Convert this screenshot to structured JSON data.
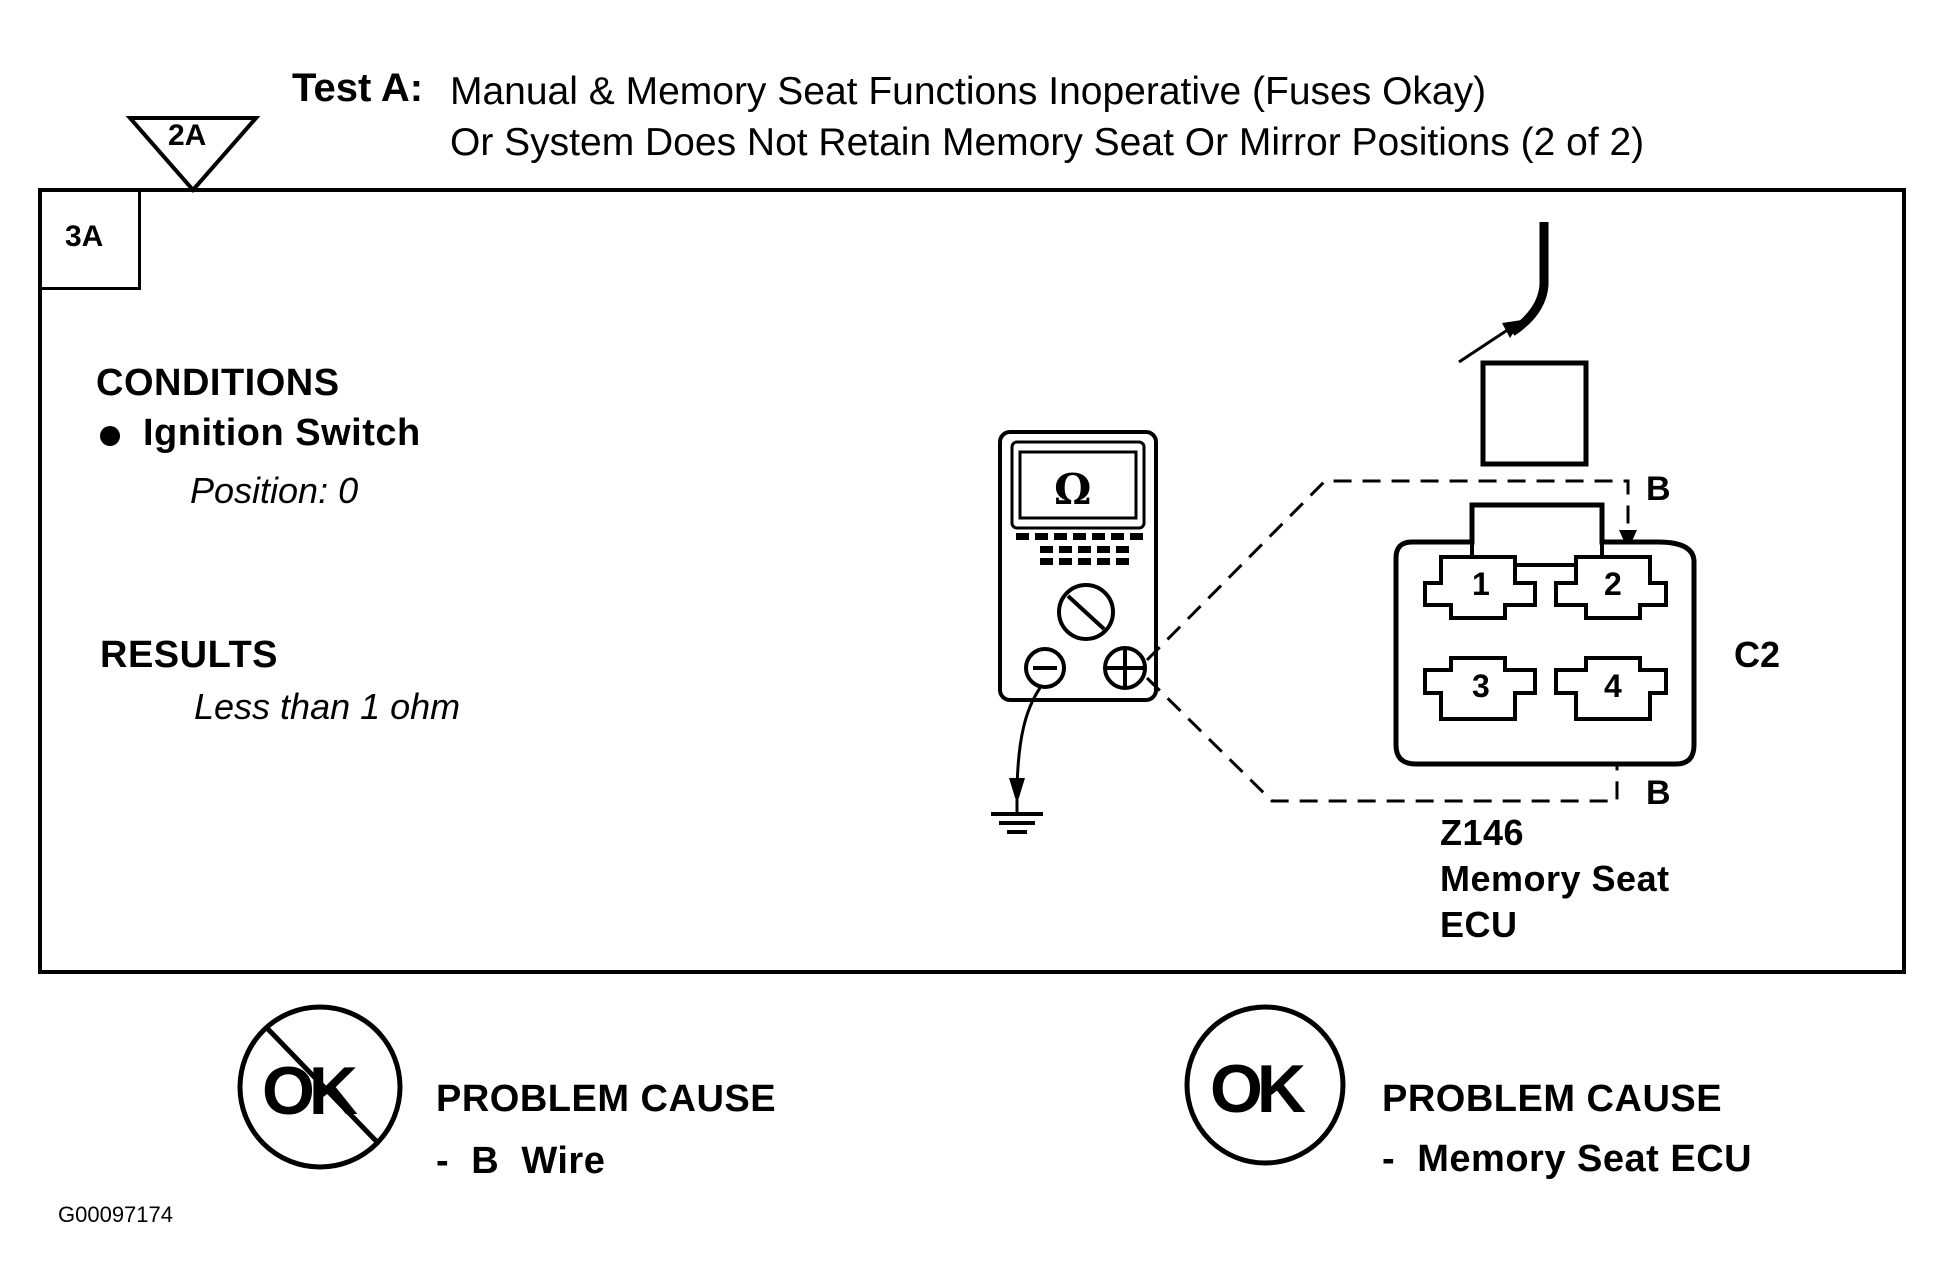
{
  "header": {
    "test_label": "Test A:",
    "title_line1": "Manual & Memory Seat Functions Inoperative (Fuses Okay)",
    "title_line2": "Or System Does Not Retain Memory Seat Or Mirror Positions (2 of 2)"
  },
  "entry_marker": "2A",
  "step": "3A",
  "conditions": {
    "heading": "CONDITIONS",
    "bullet": "Ignition Switch",
    "detail": "Position: 0"
  },
  "results": {
    "heading": "RESULTS",
    "detail": "Less than 1 ohm"
  },
  "meter": {
    "symbol": "Ω"
  },
  "connector": {
    "name": "C2",
    "pins": [
      "1",
      "2",
      "3",
      "4"
    ],
    "wire_top": "B",
    "wire_bottom": "B",
    "component_id": "Z146",
    "component_name_line1": "Memory Seat",
    "component_name_line2": "ECU"
  },
  "outcomes": {
    "not_ok": {
      "badge": "OK",
      "heading": "PROBLEM CAUSE",
      "cause": "-  B  Wire"
    },
    "ok": {
      "badge": "OK",
      "heading": "PROBLEM CAUSE",
      "cause": "-  Memory Seat ECU"
    }
  },
  "figure_id": "G00097174"
}
